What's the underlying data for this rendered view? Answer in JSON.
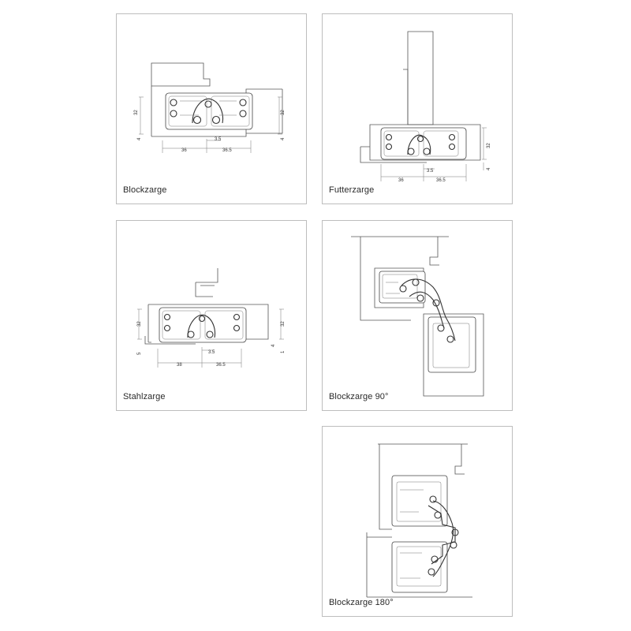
{
  "panels": {
    "blockzarge": {
      "caption": "Blockzarge",
      "dims": {
        "h1": "32",
        "h2": "32",
        "d4a": "4",
        "d4b": "4",
        "gap": "3.5",
        "left": "36",
        "right": "36.5"
      }
    },
    "futterzarge": {
      "caption": "Futterzarge",
      "dims": {
        "h": "32",
        "d4": "4",
        "gap": "3.5",
        "left": "36",
        "right": "36.5"
      }
    },
    "stahlzarge": {
      "caption": "Stahlzarge",
      "dims": {
        "h1": "32",
        "h2": "32",
        "d5": "5",
        "d4a": "4",
        "d1": "1",
        "gap": "3.5",
        "left": "38",
        "right": "36.5"
      }
    },
    "blockzarge90": {
      "caption": "Blockzarge 90°"
    },
    "blockzarge180": {
      "caption": "Blockzarge 180°"
    }
  }
}
